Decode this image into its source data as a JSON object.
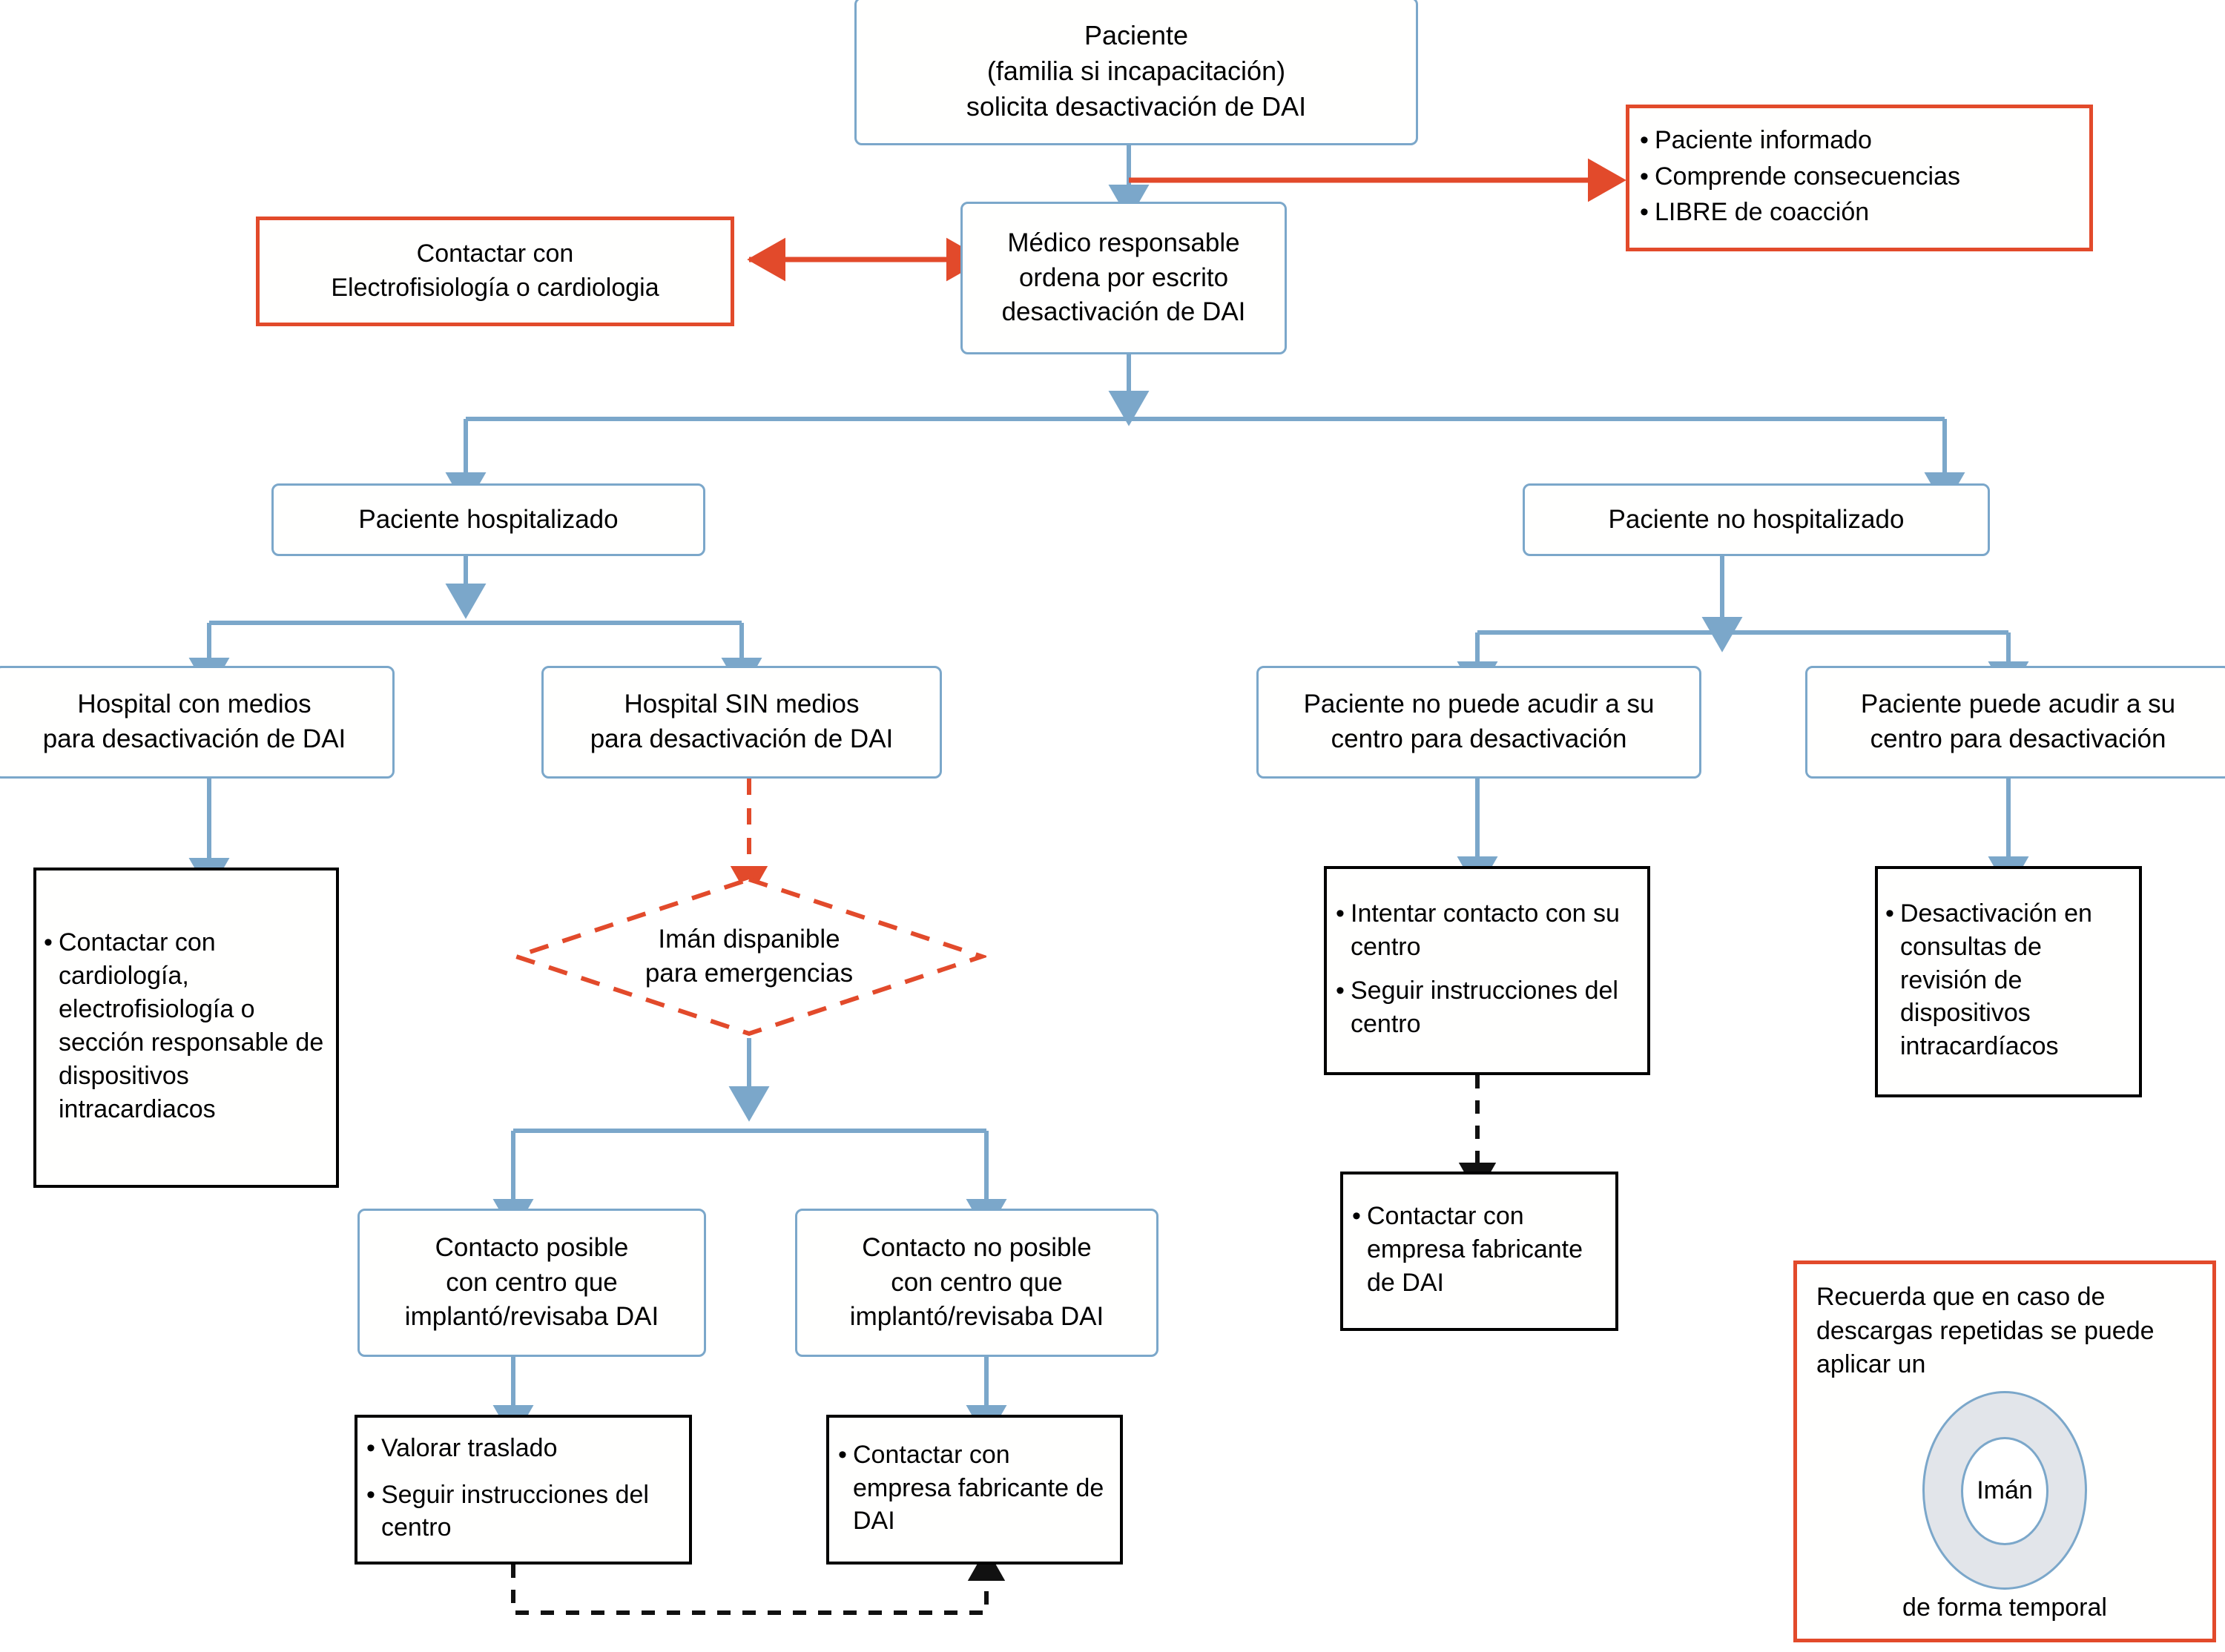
{
  "colors": {
    "blue_stroke": "#7BA7CA",
    "red_stroke": "#E24A2B",
    "black_stroke": "#000000",
    "magnet_fill": "#E2E5EA",
    "background": "#FFFFFF"
  },
  "nodes": {
    "patient_request": {
      "lines": [
        "Paciente",
        "(familia si incapacitación)",
        "solicita desactivación de DAI"
      ]
    },
    "informed_consent": {
      "bullets": [
        "Paciente  informado",
        "Comprende consecuencias",
        "LIBRE de coacción"
      ]
    },
    "contact_electrophysiology": {
      "lines": [
        "Contactar con",
        "Electrofisiología o cardiologia"
      ]
    },
    "physician_order": {
      "lines": [
        "Médico responsable",
        "ordena por escrito",
        "desactivación de DAI"
      ]
    },
    "hospitalized": {
      "lines": [
        "Paciente hospitalizado"
      ]
    },
    "not_hospitalized": {
      "lines": [
        "Paciente  no hospitalizado"
      ]
    },
    "hospital_with_means": {
      "lines": [
        "Hospital con medios",
        "para desactivación de DAI"
      ]
    },
    "hospital_without_means": {
      "lines": [
        "Hospital SIN medios",
        "para desactivación de DAI"
      ]
    },
    "cannot_attend": {
      "lines": [
        "Paciente no puede acudir a su",
        "centro para desactivación"
      ]
    },
    "can_attend": {
      "lines": [
        "Paciente puede acudir a su",
        "centro para desactivación"
      ]
    },
    "contact_cardiology": {
      "bullets": [
        "Contactar con cardiología, electrofisiología o sección responsable de dispositivos intracardiacos"
      ]
    },
    "magnet_available": {
      "lines": [
        "Imán dispanible",
        "para emergencias"
      ]
    },
    "contact_possible": {
      "lines": [
        "Contacto posible",
        "con centro que",
        "implantó/revisaba DAI"
      ]
    },
    "contact_not_possible": {
      "lines": [
        "Contacto no posible",
        "con centro que",
        "implantó/revisaba DAI"
      ]
    },
    "assess_transfer": {
      "bullets": [
        "Valorar traslado",
        "Seguir instrucciones del centro"
      ]
    },
    "contact_manufacturer_left": {
      "bullets": [
        "Contactar con empresa fabricante de DAI"
      ]
    },
    "try_contact_center": {
      "bullets": [
        "Intentar contacto con su centro",
        "Seguir instrucciones del centro"
      ]
    },
    "contact_manufacturer_right": {
      "bullets": [
        "Contactar con empresa fabricante de DAI"
      ]
    },
    "deactivation_in_clinic": {
      "bullets": [
        "Desactivación en consultas de revisión de dispositivos intracardíacos"
      ]
    },
    "magnet_note": {
      "title": "Recuerda que en caso de descargas repetidas se puede aplicar un",
      "ring_label": "Imán",
      "footer": "de forma temporal"
    }
  }
}
